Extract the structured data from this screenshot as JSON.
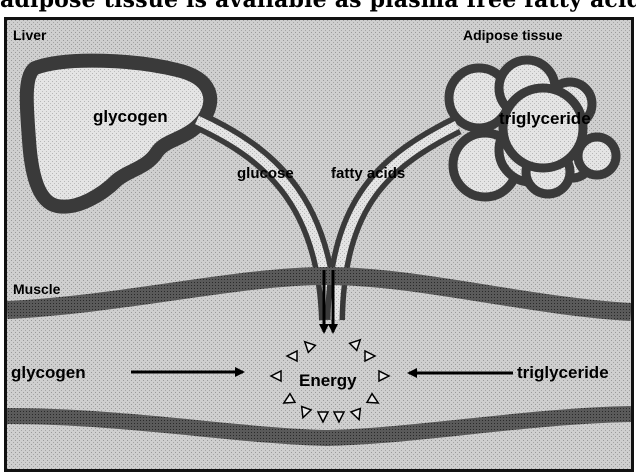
{
  "caption": "adipose tissue is available as plasma free fatty acids.",
  "labels": {
    "liver": "Liver",
    "adipose": "Adipose tissue",
    "liver_glycogen": "glycogen",
    "adipose_triglyceride": "triglyceride",
    "glucose": "glucose",
    "fatty_acids": "fatty acids",
    "muscle": "Muscle",
    "muscle_glycogen": "glycogen",
    "muscle_triglyceride": "triglyceride",
    "energy": "Energy"
  },
  "colors": {
    "background": "#c9c9c9",
    "dark_band": "#555555",
    "frame": "#111111"
  }
}
